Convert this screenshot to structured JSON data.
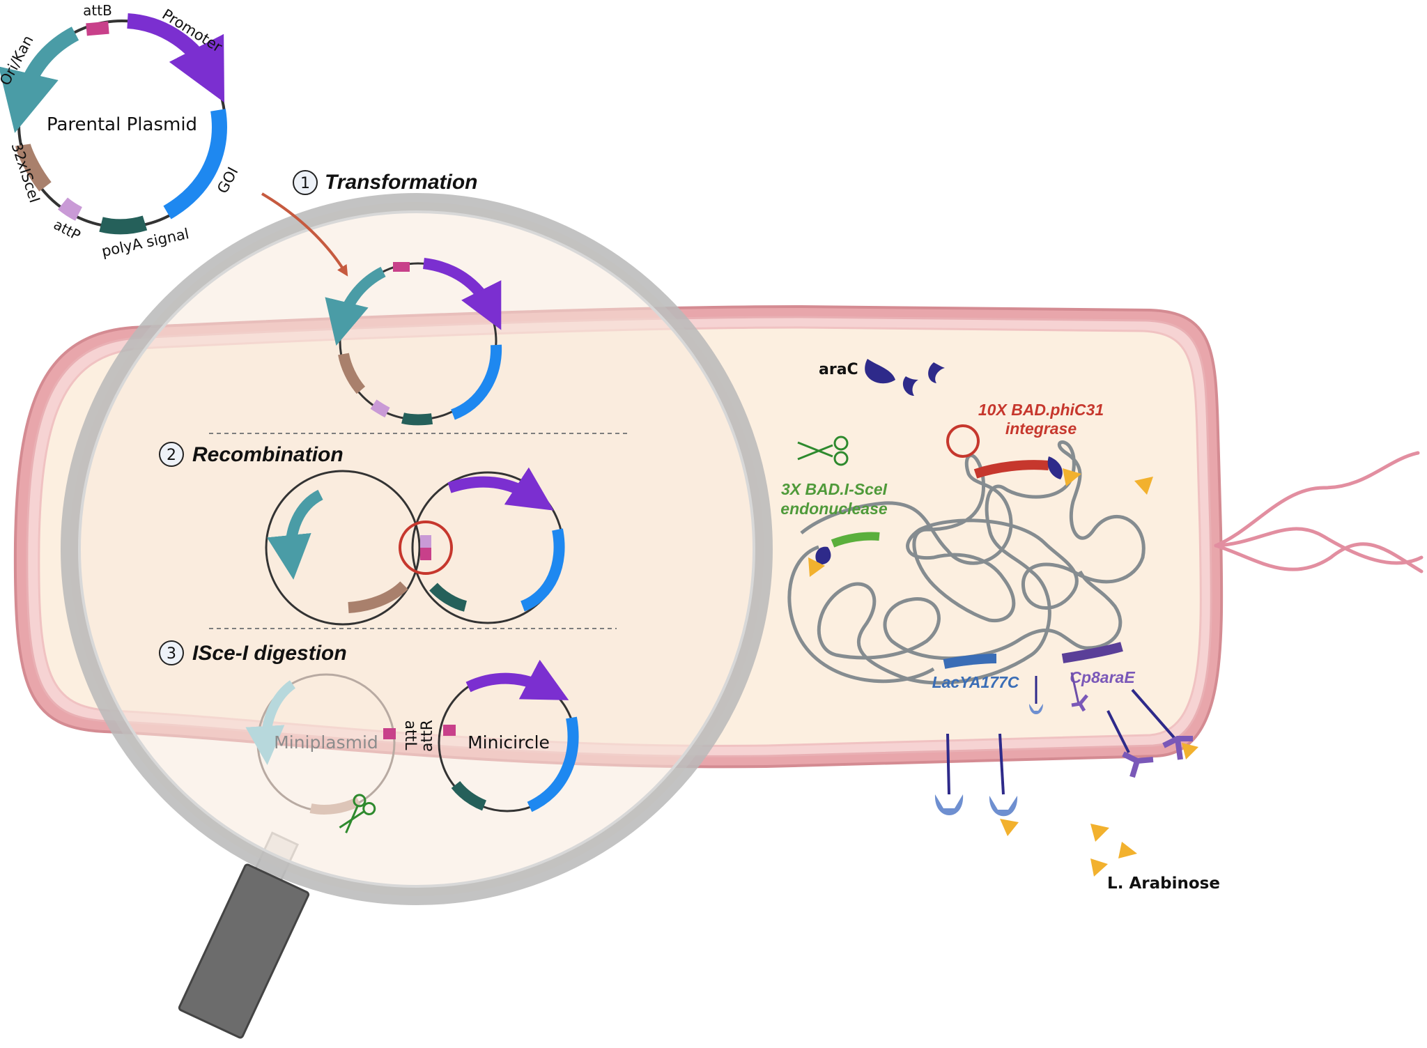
{
  "parental": {
    "title": "Parental Plasmid",
    "labels": {
      "attB": "attB",
      "promoter": "Promoter",
      "ori_kan": "Ori/Kan",
      "goi": "GOI",
      "sce": "32xISceI",
      "attP": "attP",
      "polyA": "polyA signal"
    }
  },
  "steps": {
    "step1": {
      "num": "1",
      "label": "Transformation"
    },
    "step2": {
      "num": "2",
      "label": "Recombination"
    },
    "step3": {
      "num": "3",
      "label": "ISce-I digestion"
    }
  },
  "products": {
    "miniplasmid": "Miniplasmid",
    "minicircle": "Minicircle",
    "attL": "attL",
    "attR": "attR"
  },
  "cell": {
    "araC": "araC",
    "integrase_line1": "10X BAD.phiC31",
    "integrase_line2": "integrase",
    "endo_line1": "3X BAD.I-SceI",
    "endo_line2": "endonuclease",
    "lacY": "LacYA177C",
    "araE": "Cp8araE",
    "arabinose": "L. Arabinose"
  },
  "colors": {
    "teal": "#4a9ca6",
    "purple": "#7b2fd0",
    "blue": "#1e88f0",
    "brown": "#a9806c",
    "dark_green": "#25605a",
    "magenta": "#c8408a",
    "light_purple": "#c99ad6",
    "red": "#c6372d",
    "green": "#5aaf3c",
    "navy": "#2e2a8a",
    "orange": "#f2b12e",
    "cell_fill": "#fcefe0",
    "membrane": "#e8a6ab"
  }
}
